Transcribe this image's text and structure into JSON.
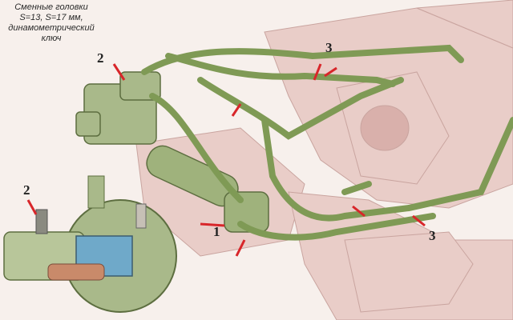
{
  "caption": {
    "line1": "Сменные головки",
    "line2": "S=13, S=17 мм,",
    "line3": "динамометрический",
    "line4": "ключ"
  },
  "callouts": {
    "label_2_top": "2",
    "label_3_top": "3",
    "label_1": "1",
    "label_3_right": "3",
    "label_2_inset": "2"
  },
  "colors": {
    "background": "#f7f0ec",
    "engine": "#e8c9c4",
    "pipe": "#7f9a55",
    "arrow": "#d8262a"
  }
}
